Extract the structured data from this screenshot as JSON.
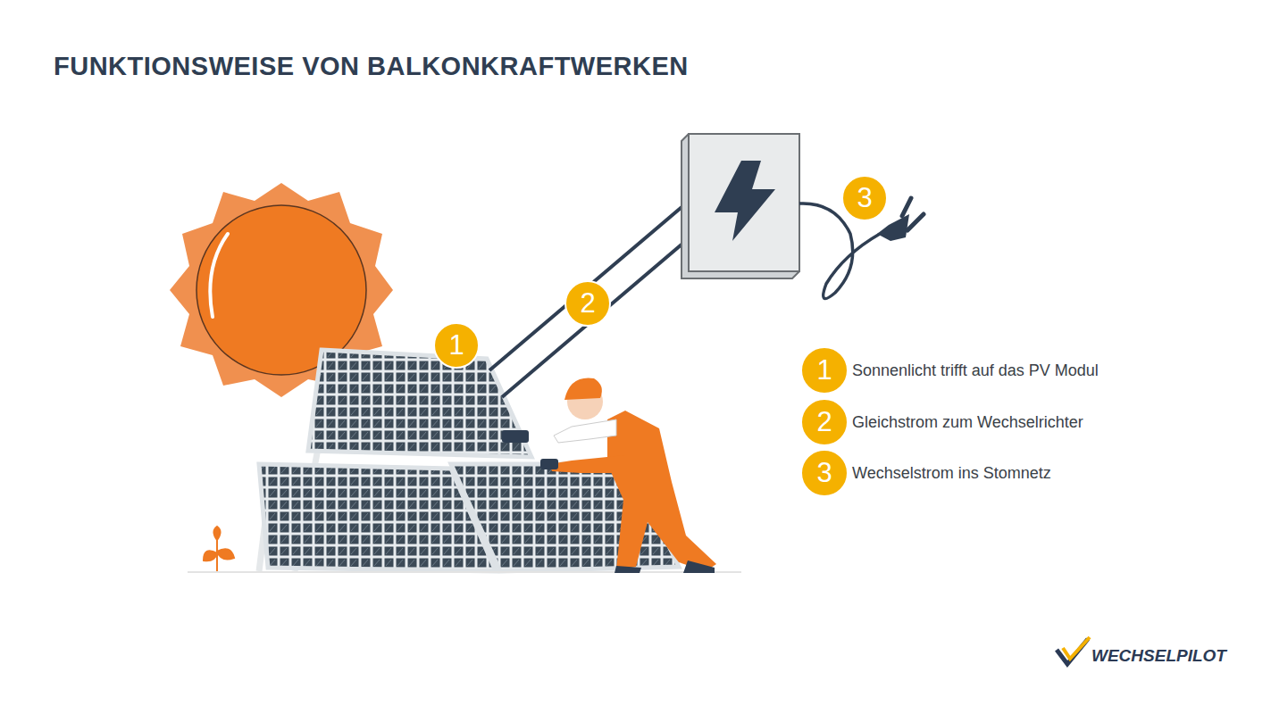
{
  "diagram": {
    "title": "FUNKTIONSWEISE VON BALKONKRAFTWERKEN",
    "nodes": [
      {
        "text": [
          "1"
        ]
      },
      {
        "text": [
          "2"
        ]
      },
      {
        "text": [
          "3"
        ]
      },
      {
        "text": [
          "1",
          "Sonnenlicht trifft auf das PV Modul"
        ]
      },
      {
        "text": [
          "2",
          "Gleichstrom zum Wechselrichter"
        ]
      },
      {
        "text": [
          "3",
          "Wechselstrom ins Stomnetz"
        ]
      }
    ],
    "labels": [
      "WECHSELPILOT"
    ]
  }
}
